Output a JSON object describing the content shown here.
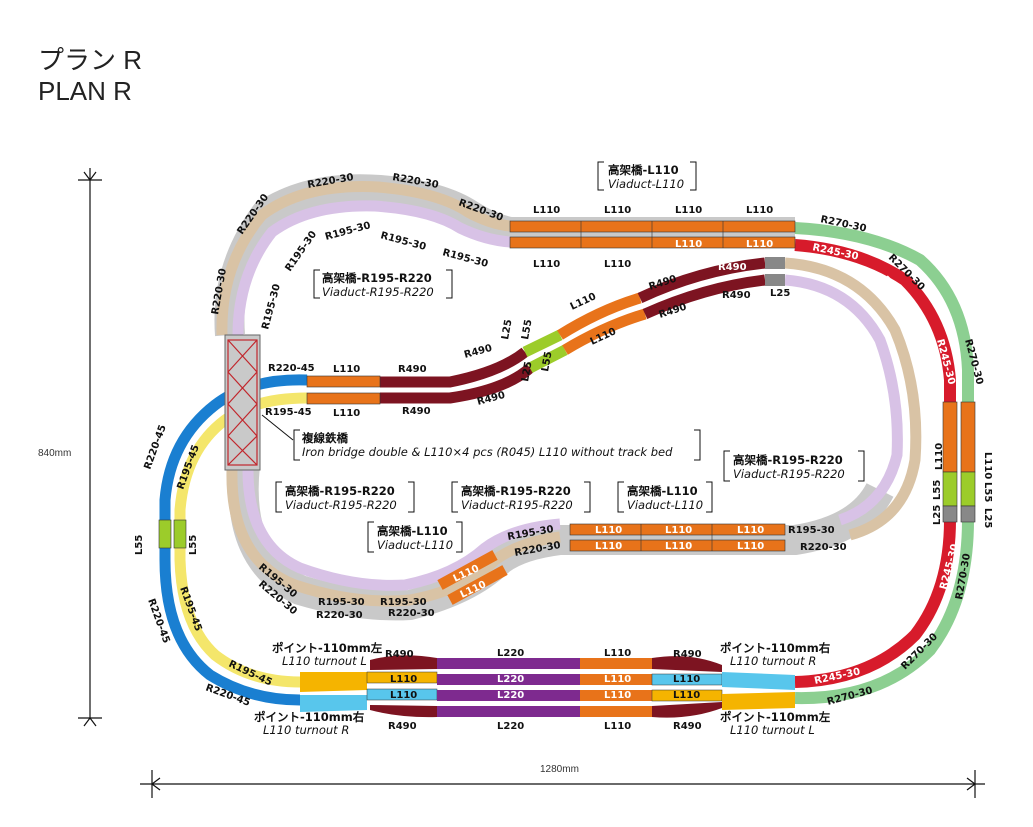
{
  "title": {
    "jp": "プラン R",
    "en": "PLAN R"
  },
  "dimensions": {
    "height": "840mm",
    "width": "1280mm"
  },
  "colors": {
    "r220": "#d9c3a5",
    "r195": "#d8c2e6",
    "r270": "#8ccf91",
    "r245": "#d71b2b",
    "r490": "#7d1421",
    "l110": "#e8731a",
    "l55": "#9ccc2a",
    "l25": "#888888",
    "l220": "#7e2a8f",
    "blue": "#1a7fd1",
    "yellow": "#f4e66b",
    "cyan": "#58c6ec",
    "gold": "#f5b400",
    "bed": "#c9c9c9"
  },
  "captions": {
    "viaduct_top_jp": "高架橋-L110",
    "viaduct_top_en": "Viaduct-L110",
    "viaduct_r195_left_jp": "高架橋-R195-R220",
    "viaduct_r195_left_en": "Viaduct-R195-R220",
    "bridge_jp": "複線鉄橋",
    "bridge_en": "Iron bridge double & L110×4 pcs (R045) L110 without track bed",
    "viaduct_right_jp": "高架橋-R195-R220",
    "viaduct_right_en": "Viaduct-R195-R220",
    "viaduct_mid1_jp": "高架橋-R195-R220",
    "viaduct_mid1_en": "Viaduct-R195-R220",
    "viaduct_mid2_jp": "高架橋-R195-R220",
    "viaduct_mid2_en": "Viaduct-R195-R220",
    "viaduct_mid3_jp": "高架橋-L110",
    "viaduct_mid3_en": "Viaduct-L110",
    "viaduct_low_jp": "高架橋-L110",
    "viaduct_low_en": "Viaduct-L110",
    "turnout_tl_jp": "ポイント-110mm左",
    "turnout_tl_en": "L110 turnout L",
    "turnout_bl_jp": "ポイント-110mm右",
    "turnout_bl_en": "L110 turnout R",
    "turnout_tr_jp": "ポイント-110mm右",
    "turnout_tr_en": "L110 turnout R",
    "turnout_br_jp": "ポイント-110mm左",
    "turnout_br_en": "L110 turnout L"
  },
  "labels": {
    "r220_30": "R220-30",
    "r195_30": "R195-30",
    "r270_30": "R270-30",
    "r245_30": "R245-30",
    "r220_45": "R220-45",
    "r195_45": "R195-45",
    "r490": "R490",
    "l110": "L110",
    "l55": "L55",
    "l25": "L25",
    "l220": "L220"
  }
}
